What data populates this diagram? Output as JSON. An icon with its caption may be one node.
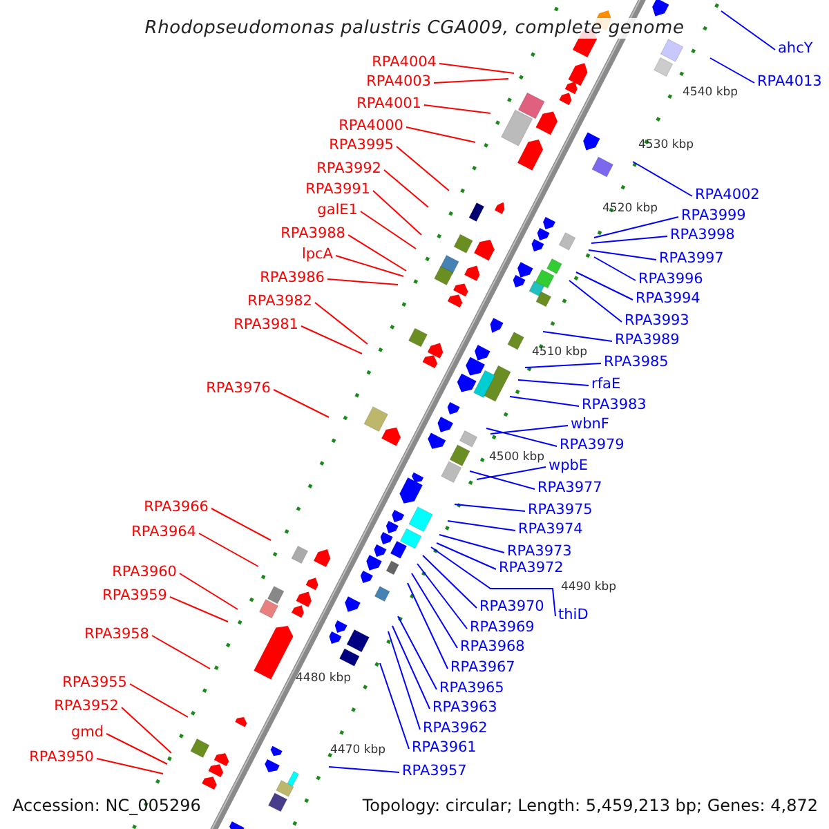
{
  "diagram": {
    "title": "Rhodopseudomonas palustris CGA009, complete genome",
    "nodes": [
      {
        "text": [
          "RPA4004"
        ]
      },
      {
        "text": [
          "RPA4003"
        ]
      },
      {
        "text": [
          "RPA4001"
        ]
      },
      {
        "text": [
          "RPA4000"
        ]
      },
      {
        "text": [
          "RPA3995"
        ]
      },
      {
        "text": [
          "RPA3992"
        ]
      },
      {
        "text": [
          "RPA3991"
        ]
      },
      {
        "text": [
          "galE1"
        ]
      },
      {
        "text": [
          "RPA3988"
        ]
      },
      {
        "text": [
          "lpcA"
        ]
      },
      {
        "text": [
          "RPA3986"
        ]
      },
      {
        "text": [
          "RPA3982"
        ]
      },
      {
        "text": [
          "RPA3981"
        ]
      },
      {
        "text": [
          "RPA3976"
        ]
      },
      {
        "text": [
          "RPA3966"
        ]
      },
      {
        "text": [
          "RPA3964"
        ]
      },
      {
        "text": [
          "RPA3960"
        ]
      },
      {
        "text": [
          "RPA3959"
        ]
      },
      {
        "text": [
          "RPA3958"
        ]
      },
      {
        "text": [
          "RPA3955"
        ]
      },
      {
        "text": [
          "RPA3952"
        ]
      },
      {
        "text": [
          "gmd"
        ]
      },
      {
        "text": [
          "RPA3950"
        ]
      },
      {
        "text": [
          "ahcY"
        ]
      },
      {
        "text": [
          "RPA4013"
        ]
      },
      {
        "text": [
          "RPA4002"
        ]
      },
      {
        "text": [
          "RPA3999"
        ]
      },
      {
        "text": [
          "RPA3998"
        ]
      },
      {
        "text": [
          "RPA3997"
        ]
      },
      {
        "text": [
          "RPA3996"
        ]
      },
      {
        "text": [
          "RPA3994"
        ]
      },
      {
        "text": [
          "RPA3993"
        ]
      },
      {
        "text": [
          "RPA3989"
        ]
      },
      {
        "text": [
          "RPA3985"
        ]
      },
      {
        "text": [
          "rfaE"
        ]
      },
      {
        "text": [
          "RPA3983"
        ]
      },
      {
        "text": [
          "wbnF"
        ]
      },
      {
        "text": [
          "RPA3979"
        ]
      },
      {
        "text": [
          "wpbE"
        ]
      },
      {
        "text": [
          "RPA3977"
        ]
      },
      {
        "text": [
          "RPA3975"
        ]
      },
      {
        "text": [
          "RPA3974"
        ]
      },
      {
        "text": [
          "RPA3973"
        ]
      },
      {
        "text": [
          "RPA3972"
        ]
      },
      {
        "text": [
          "RPA3970"
        ]
      },
      {
        "text": [
          "thiD"
        ]
      },
      {
        "text": [
          "RPA3969"
        ]
      },
      {
        "text": [
          "RPA3968"
        ]
      },
      {
        "text": [
          "RPA3967"
        ]
      },
      {
        "text": [
          "RPA3965"
        ]
      },
      {
        "text": [
          "RPA3963"
        ]
      },
      {
        "text": [
          "RPA3962"
        ]
      },
      {
        "text": [
          "RPA3961"
        ]
      },
      {
        "text": [
          "RPA3957"
        ]
      }
    ],
    "edges": [
      {
        "from": 0,
        "to": null,
        "arrow": "none",
        "color": "#ff0000"
      },
      {
        "from": 1,
        "to": null,
        "arrow": "none",
        "color": "#ff0000"
      },
      {
        "from": 2,
        "to": null,
        "arrow": "none",
        "color": "#ff0000"
      },
      {
        "from": 3,
        "to": null,
        "arrow": "none",
        "color": "#ff0000"
      },
      {
        "from": 4,
        "to": null,
        "arrow": "none",
        "color": "#ff0000"
      },
      {
        "from": 5,
        "to": null,
        "arrow": "none",
        "color": "#ff0000"
      },
      {
        "from": 6,
        "to": null,
        "arrow": "none",
        "color": "#ff0000"
      },
      {
        "from": 7,
        "to": null,
        "arrow": "none",
        "color": "#ff0000"
      },
      {
        "from": 8,
        "to": null,
        "arrow": "none",
        "color": "#ff0000"
      },
      {
        "from": 9,
        "to": null,
        "arrow": "none",
        "color": "#ff0000"
      },
      {
        "from": 10,
        "to": null,
        "arrow": "none",
        "color": "#ff0000"
      },
      {
        "from": 11,
        "to": null,
        "arrow": "none",
        "color": "#ff0000"
      },
      {
        "from": 12,
        "to": null,
        "arrow": "none",
        "color": "#ff0000"
      },
      {
        "from": 13,
        "to": null,
        "arrow": "none",
        "color": "#ff0000"
      },
      {
        "from": 14,
        "to": null,
        "arrow": "none",
        "color": "#ff0000"
      },
      {
        "from": 15,
        "to": null,
        "arrow": "none",
        "color": "#ff0000"
      },
      {
        "from": 16,
        "to": null,
        "arrow": "none",
        "color": "#ff0000"
      },
      {
        "from": 17,
        "to": null,
        "arrow": "none",
        "color": "#ff0000"
      },
      {
        "from": 18,
        "to": null,
        "arrow": "none",
        "color": "#ff0000"
      },
      {
        "from": 19,
        "to": null,
        "arrow": "none",
        "color": "#ff0000"
      },
      {
        "from": 20,
        "to": null,
        "arrow": "none",
        "color": "#ff0000"
      },
      {
        "from": 21,
        "to": null,
        "arrow": "none",
        "color": "#ff0000"
      },
      {
        "from": 22,
        "to": null,
        "arrow": "none",
        "color": "#ff0000"
      },
      {
        "from": 23,
        "to": null,
        "arrow": "none"
      },
      {
        "from": 24,
        "to": null,
        "arrow": "none"
      },
      {
        "from": 25,
        "to": null,
        "arrow": "none"
      },
      {
        "from": 26,
        "to": null,
        "arrow": "none"
      },
      {
        "from": 27,
        "to": null,
        "arrow": "none"
      },
      {
        "from": 28,
        "to": null,
        "arrow": "none"
      },
      {
        "from": 29,
        "to": null,
        "arrow": "none"
      },
      {
        "from": 30,
        "to": null,
        "arrow": "none"
      },
      {
        "from": 31,
        "to": null,
        "arrow": "none"
      },
      {
        "from": 32,
        "to": null,
        "arrow": "none"
      },
      {
        "from": 33,
        "to": null,
        "arrow": "none"
      },
      {
        "from": 34,
        "to": null,
        "arrow": "none"
      },
      {
        "from": 35,
        "to": null,
        "arrow": "none"
      },
      {
        "from": 36,
        "to": null,
        "arrow": "none"
      },
      {
        "from": 37,
        "to": null,
        "arrow": "none"
      },
      {
        "from": 38,
        "to": null,
        "arrow": "none"
      },
      {
        "from": 39,
        "to": null,
        "arrow": "none"
      },
      {
        "from": 40,
        "to": null,
        "arrow": "none"
      },
      {
        "from": 41,
        "to": null,
        "arrow": "none"
      },
      {
        "from": 42,
        "to": null,
        "arrow": "none"
      },
      {
        "from": 43,
        "to": null,
        "arrow": "none"
      },
      {
        "from": 44,
        "to": null,
        "arrow": "none"
      },
      {
        "from": 45,
        "to": null,
        "arrow": "none"
      },
      {
        "from": 46,
        "to": null,
        "arrow": "none"
      },
      {
        "from": 47,
        "to": null,
        "arrow": "none"
      },
      {
        "from": 48,
        "to": null,
        "arrow": "none"
      },
      {
        "from": 49,
        "to": null,
        "arrow": "none"
      },
      {
        "from": 50,
        "to": null,
        "arrow": "none"
      },
      {
        "from": 51,
        "to": null,
        "arrow": "none"
      },
      {
        "from": 52,
        "to": null,
        "arrow": "none"
      },
      {
        "from": 53,
        "to": null,
        "arrow": "none"
      }
    ],
    "labels": [
      "4540 kbp",
      "4530 kbp",
      "4520 kbp",
      "4510 kbp",
      "4500 kbp",
      "4490 kbp",
      "4480 kbp",
      "4470 kbp",
      "Accession: NC_005296",
      "Topology: circular; Length: 5,459,213 bp; Genes: 4,872"
    ]
  }
}
